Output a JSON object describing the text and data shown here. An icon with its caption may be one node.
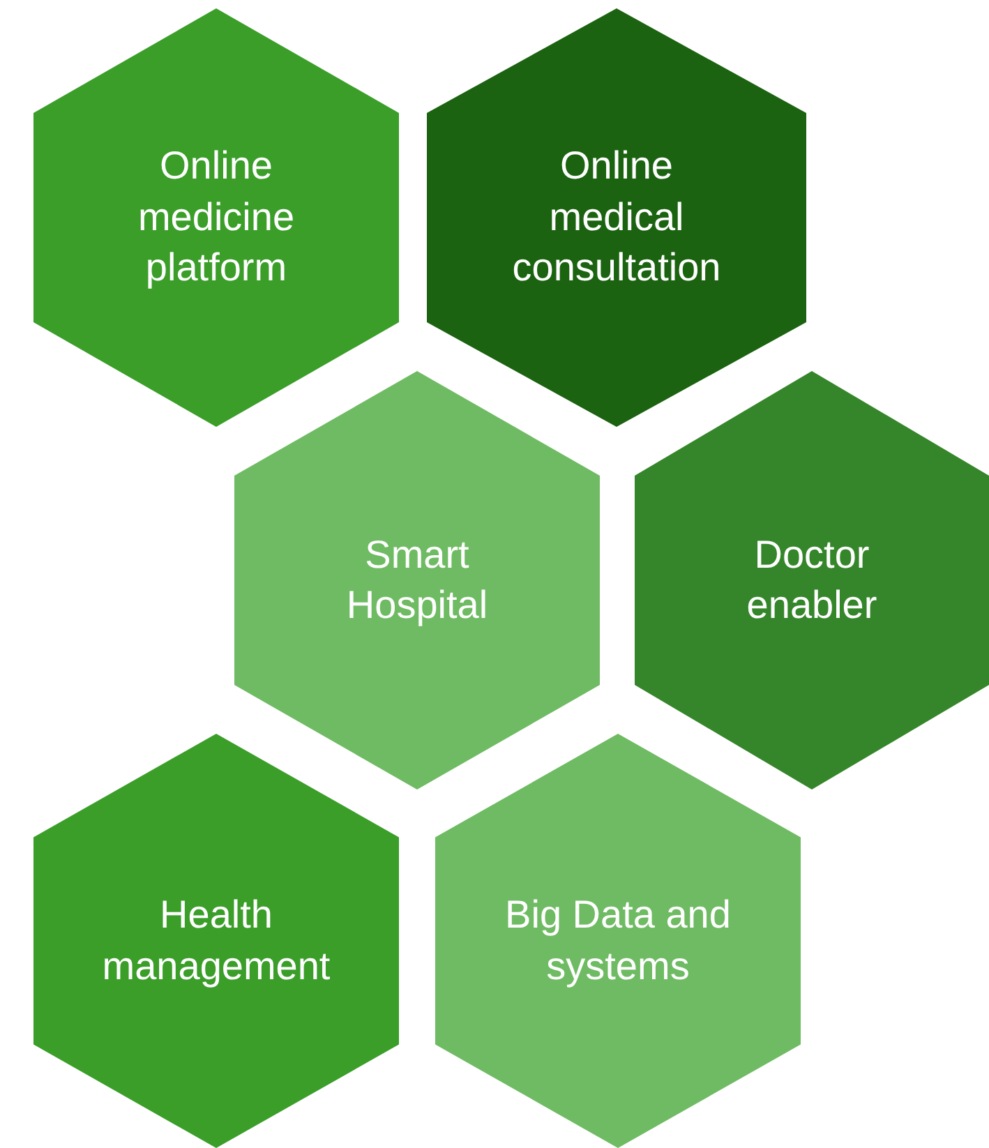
{
  "diagram": {
    "nodes": [
      {
        "text": [
          "Online medicine platform"
        ]
      },
      {
        "text": [
          "Online medical consultation"
        ]
      },
      {
        "text": [
          "Smart Hospital"
        ]
      },
      {
        "text": [
          "Doctor enabler"
        ]
      },
      {
        "text": [
          "Health management"
        ]
      },
      {
        "text": [
          "Big Data and systems"
        ]
      }
    ]
  }
}
